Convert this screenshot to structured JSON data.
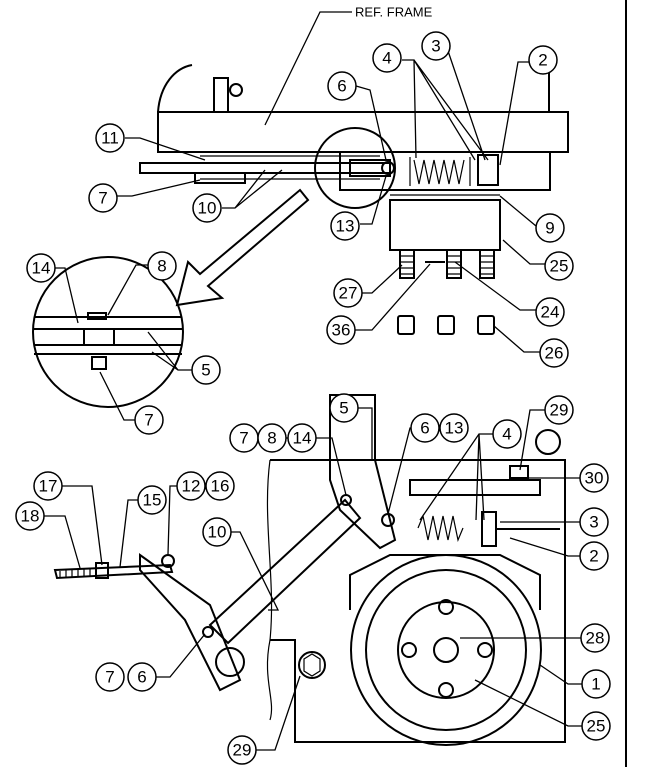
{
  "title_label": "REF. FRAME",
  "callouts_top": [
    "2",
    "3",
    "4",
    "6",
    "7",
    "9",
    "10",
    "11",
    "13",
    "24",
    "25",
    "26",
    "27",
    "36"
  ],
  "callouts_detail": [
    "5",
    "7",
    "8",
    "14"
  ],
  "callouts_bottom": [
    "1",
    "2",
    "3",
    "4",
    "5",
    "6",
    "7",
    "8",
    "10",
    "12",
    "13",
    "14",
    "15",
    "16",
    "17",
    "18",
    "25",
    "28",
    "29",
    "30"
  ]
}
